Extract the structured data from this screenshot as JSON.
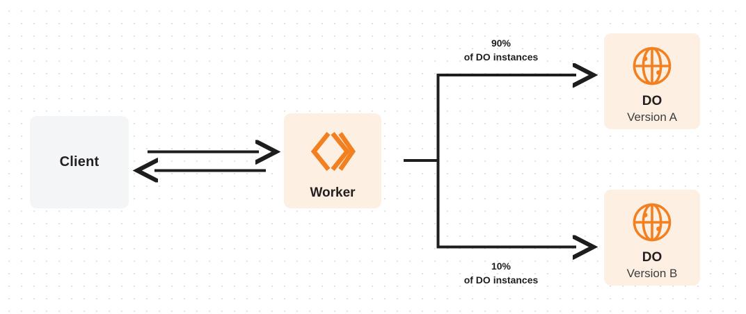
{
  "diagram": {
    "nodes": {
      "client": {
        "title": "Client",
        "bg_color": "#f4f5f7"
      },
      "worker": {
        "title": "Worker",
        "icon": "cloudflare-workers-logo",
        "bg_color": "#fdf0e2",
        "accent_color": "#f38020"
      },
      "do_a": {
        "title": "DO",
        "subtitle": "Version A",
        "icon": "globe-icon",
        "bg_color": "#fdf0e2",
        "accent_color": "#f38020"
      },
      "do_b": {
        "title": "DO",
        "subtitle": "Version B",
        "icon": "globe-icon",
        "bg_color": "#fdf0e2",
        "accent_color": "#f38020"
      }
    },
    "edge_labels": {
      "top": {
        "percent": "90%",
        "description": "of DO instances"
      },
      "bottom": {
        "percent": "10%",
        "description": "of DO instances"
      }
    },
    "colors": {
      "line": "#1d1d1d",
      "dot_grid": "#e4e4e4",
      "background": "#ffffff"
    }
  }
}
